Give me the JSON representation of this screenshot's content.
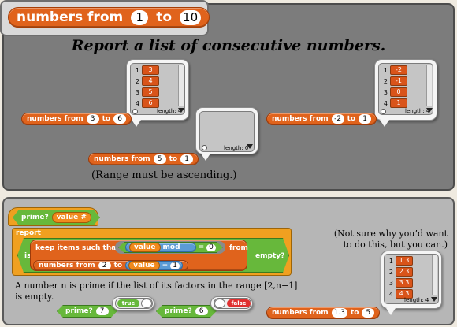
{
  "header": {
    "prefix": "numbers from",
    "from": "1",
    "to_label": "to",
    "to": "10"
  },
  "title": "Report a list of consecutive numbers.",
  "examples": {
    "ex1": {
      "label": "numbers from",
      "from": "3",
      "to_label": "to",
      "to": "6",
      "items": [
        "3",
        "4",
        "5",
        "6"
      ],
      "indices": [
        "1",
        "2",
        "3",
        "4"
      ],
      "length_label": "length: 4"
    },
    "ex2": {
      "label": "numbers from",
      "from": "5",
      "to_label": "to",
      "to": "1",
      "length_label": "length: 0"
    },
    "ex3": {
      "label": "numbers from",
      "from": "-2",
      "to_label": "to",
      "to": "1",
      "items": [
        "-2",
        "-1",
        "0",
        "1"
      ],
      "indices": [
        "1",
        "2",
        "3",
        "4"
      ],
      "length_label": "length: 4"
    },
    "ex4": {
      "label": "numbers from",
      "from": "1.3",
      "to_label": "to",
      "to": "5",
      "items": [
        "1.3",
        "2.3",
        "3.3",
        "4.3"
      ],
      "indices": [
        "1",
        "2",
        "3",
        "4"
      ],
      "length_label": "length: 4"
    }
  },
  "range_note": "(Range must be ascending.)",
  "prime": {
    "hat_label": "prime?",
    "param": "value #",
    "report_label": "report",
    "is_label": "is",
    "keep_label": "keep items such that",
    "value_var": "value",
    "mod_label": "mod",
    "eq_label": "=",
    "zero": "0",
    "from_label": "from",
    "empty_label": "empty?",
    "inner_prefix": "numbers from",
    "inner_from": "2",
    "inner_to_label": "to",
    "minus_label": "−",
    "minus_value": "1"
  },
  "prime_note": "A number n is prime if the list of its factors in the range [2,n−1] is empty.",
  "prime_calls": {
    "call1_label": "prime?",
    "call1_arg": "7",
    "call1_result": "true",
    "call2_label": "prime?",
    "call2_arg": "6",
    "call2_result": "false"
  },
  "side_note": "(Not sure why you’d want to do this, but you can.)",
  "colors": {
    "command_orange": "#e0631c",
    "predicate_green": "#67b83b",
    "variable_orange": "#f08a1d",
    "control_gold": "#f0a020"
  }
}
